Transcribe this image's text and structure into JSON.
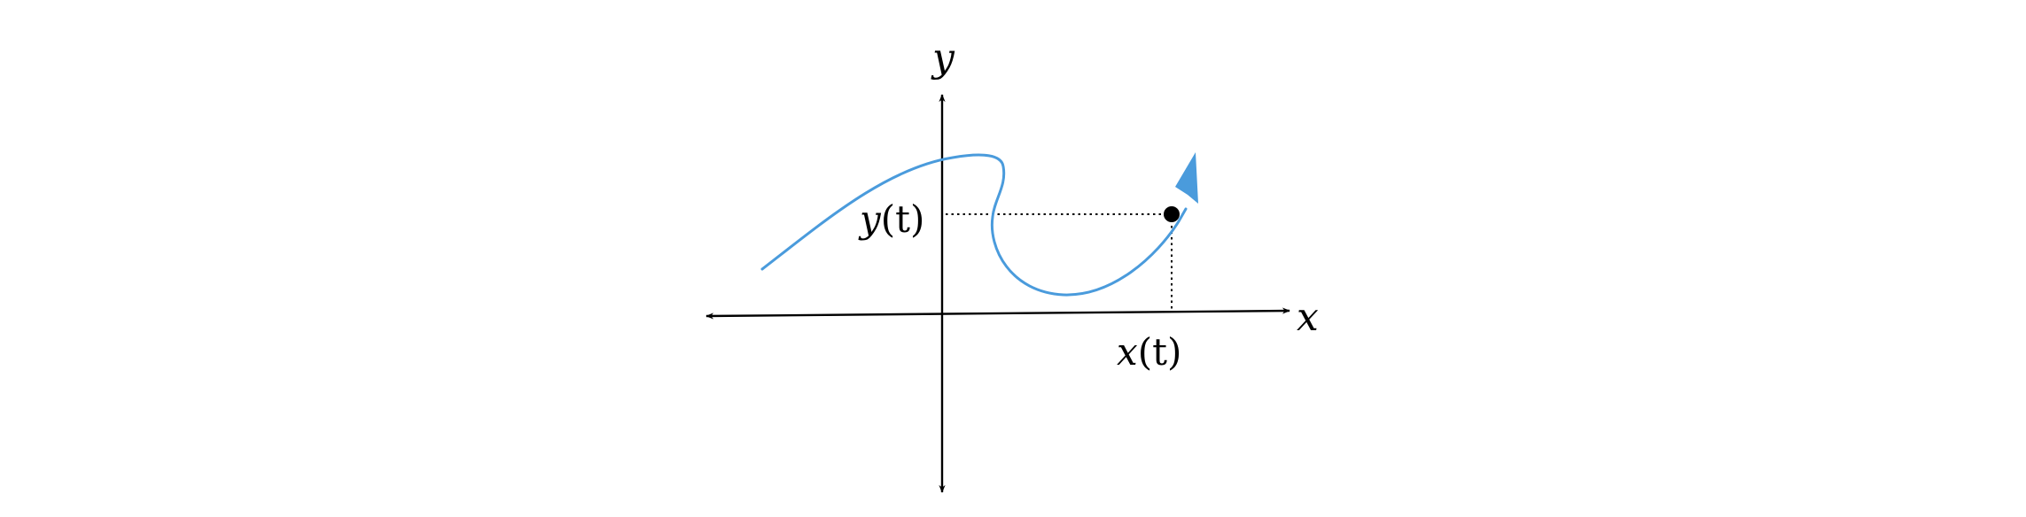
{
  "labels": {
    "x_axis": "x",
    "y_axis": "y",
    "x_of_t": {
      "var": "x",
      "arg": "(t)"
    },
    "y_of_t": {
      "var": "y",
      "arg": "(t)"
    }
  },
  "colors": {
    "curve": "#4a9bdc",
    "axes": "#000000",
    "point": "#000000",
    "guides": "#000000"
  },
  "icons": {
    "curve_end": "arrowhead-icon",
    "axis_ends": "arrowhead-icon"
  }
}
